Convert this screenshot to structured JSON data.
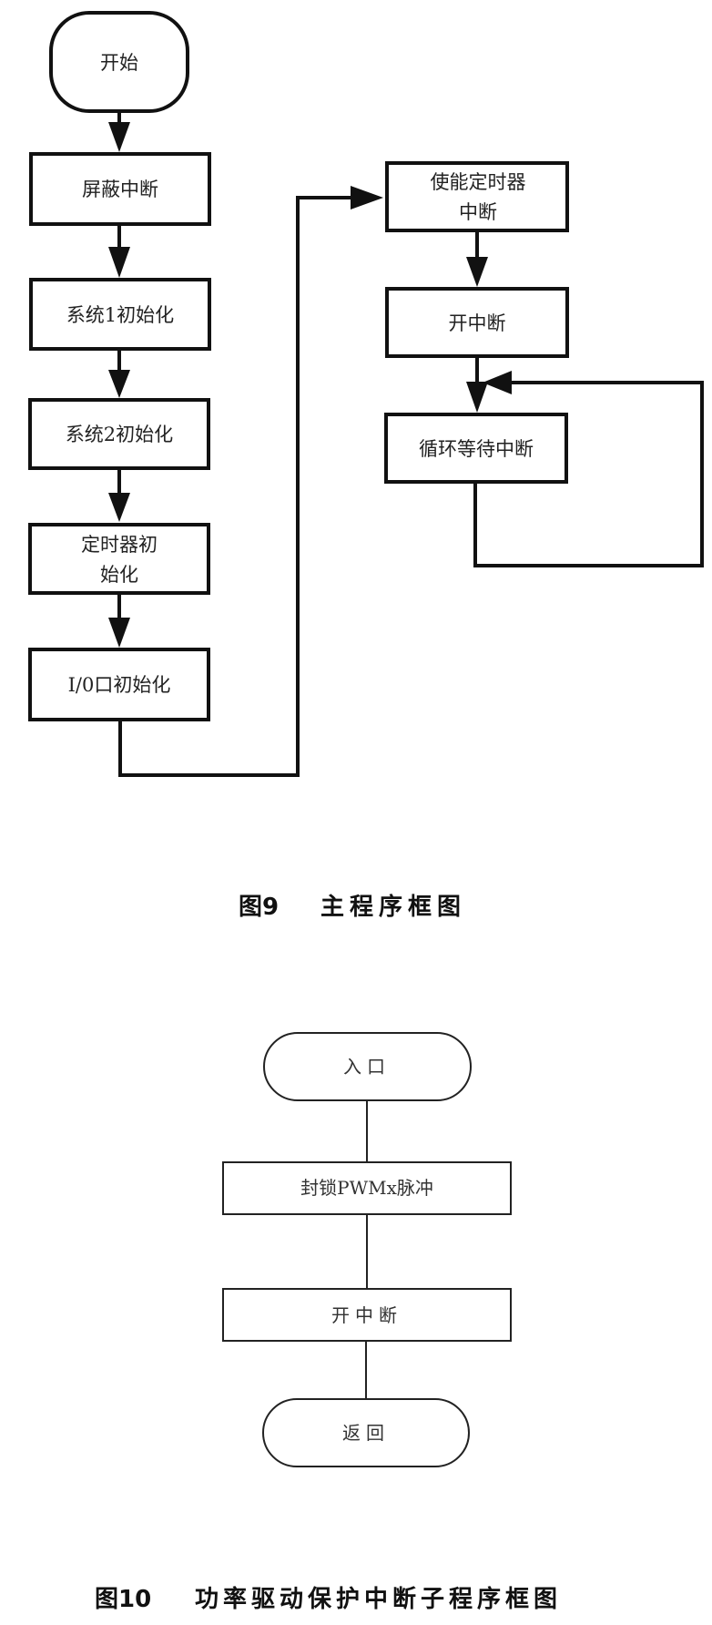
{
  "figure9": {
    "caption_number": "图9",
    "caption_title": "主程序框图",
    "nodes": {
      "start": "开始",
      "mask_interrupt": "屏蔽中断",
      "system1_init": "系统1初始化",
      "system2_init": "系统2初始化",
      "timer_init_line1": "定时器初",
      "timer_init_line2": "始化",
      "io_init": "I/0口初始化",
      "enable_timer_line1": "使能定时器",
      "enable_timer_line2": "中断",
      "open_interrupt": "开中断",
      "loop_wait": "循环等待中断"
    }
  },
  "figure10": {
    "caption_number": "图10",
    "caption_title": "功率驱动保护中断子程序框图",
    "nodes": {
      "entry": "入口",
      "lock_pwm": "封锁PWMx脉冲",
      "open_interrupt": "开中断",
      "return": "返回"
    }
  }
}
